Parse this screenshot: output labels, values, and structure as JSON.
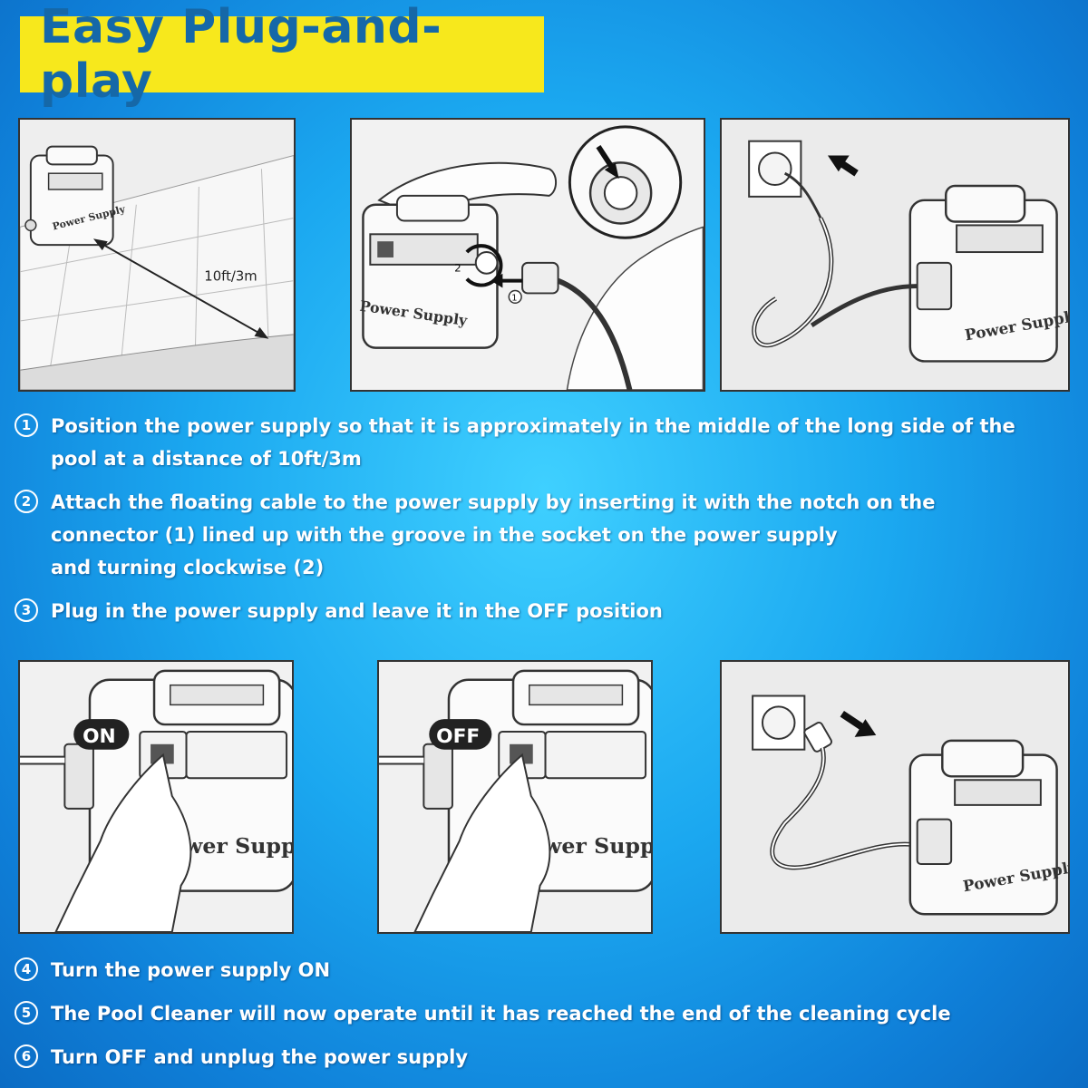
{
  "title": "Easy Plug-and-play",
  "panels": {
    "distance_label": "10ft/3m",
    "device_label": "Power Supply",
    "on_badge": "ON",
    "off_badge": "OFF",
    "callout_1": "1",
    "callout_2": "2"
  },
  "steps_top": [
    {
      "num": "1",
      "text": "Position the power supply so that it is approximately in the middle of the long side of the\npool at a distance of 10ft/3m"
    },
    {
      "num": "2",
      "text": "Attach the floating cable to the power supply by inserting it with the notch on the\nconnector (1) lined up with the groove in the socket on the power supply\nand turning clockwise (2)"
    },
    {
      "num": "3",
      "text": "Plug in the power supply and leave it in the OFF position"
    }
  ],
  "steps_bottom": [
    {
      "num": "4",
      "text": "Turn the power supply ON"
    },
    {
      "num": "5",
      "text": "The Pool Cleaner will now operate until it has reached the end of the cleaning cycle"
    },
    {
      "num": "6",
      "text": "Turn OFF and unplug the power supply"
    }
  ],
  "colors": {
    "banner": "#f7e81c",
    "title": "#1568a8",
    "background": "#1ba8f0"
  }
}
